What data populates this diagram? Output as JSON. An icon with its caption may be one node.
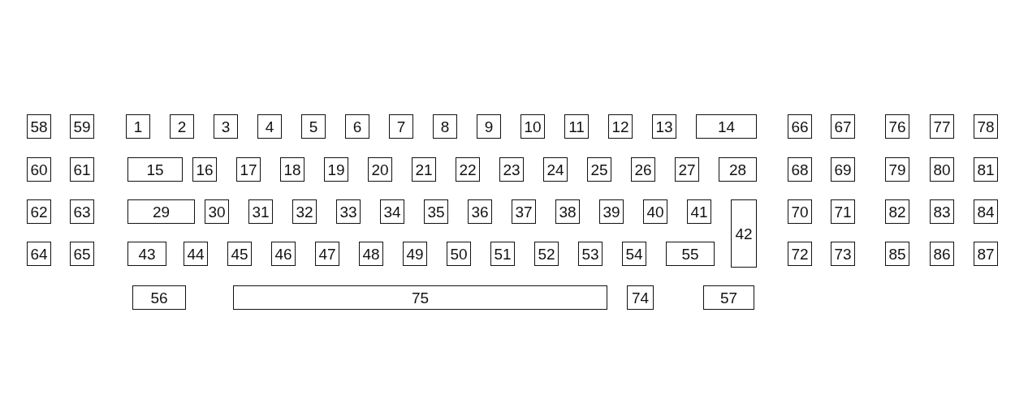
{
  "diagram": {
    "nodes": [
      {
        "text": [
          "58"
        ]
      },
      {
        "text": [
          "59"
        ]
      },
      {
        "text": [
          "1"
        ]
      },
      {
        "text": [
          "2"
        ]
      },
      {
        "text": [
          "3"
        ]
      },
      {
        "text": [
          "4"
        ]
      },
      {
        "text": [
          "5"
        ]
      },
      {
        "text": [
          "6"
        ]
      },
      {
        "text": [
          "7"
        ]
      },
      {
        "text": [
          "8"
        ]
      },
      {
        "text": [
          "9"
        ]
      },
      {
        "text": [
          "10"
        ]
      },
      {
        "text": [
          "11"
        ]
      },
      {
        "text": [
          "12"
        ]
      },
      {
        "text": [
          "13"
        ]
      },
      {
        "text": [
          "14"
        ]
      },
      {
        "text": [
          "66"
        ]
      },
      {
        "text": [
          "67"
        ]
      },
      {
        "text": [
          "76"
        ]
      },
      {
        "text": [
          "77"
        ]
      },
      {
        "text": [
          "78"
        ]
      },
      {
        "text": [
          "60"
        ]
      },
      {
        "text": [
          "61"
        ]
      },
      {
        "text": [
          "15"
        ]
      },
      {
        "text": [
          "16"
        ]
      },
      {
        "text": [
          "17"
        ]
      },
      {
        "text": [
          "18"
        ]
      },
      {
        "text": [
          "19"
        ]
      },
      {
        "text": [
          "20"
        ]
      },
      {
        "text": [
          "21"
        ]
      },
      {
        "text": [
          "22"
        ]
      },
      {
        "text": [
          "23"
        ]
      },
      {
        "text": [
          "24"
        ]
      },
      {
        "text": [
          "25"
        ]
      },
      {
        "text": [
          "26"
        ]
      },
      {
        "text": [
          "27"
        ]
      },
      {
        "text": [
          "28"
        ]
      },
      {
        "text": [
          "68"
        ]
      },
      {
        "text": [
          "69"
        ]
      },
      {
        "text": [
          "79"
        ]
      },
      {
        "text": [
          "80"
        ]
      },
      {
        "text": [
          "81"
        ]
      },
      {
        "text": [
          "62"
        ]
      },
      {
        "text": [
          "63"
        ]
      },
      {
        "text": [
          "29"
        ]
      },
      {
        "text": [
          "30"
        ]
      },
      {
        "text": [
          "31"
        ]
      },
      {
        "text": [
          "32"
        ]
      },
      {
        "text": [
          "33"
        ]
      },
      {
        "text": [
          "34"
        ]
      },
      {
        "text": [
          "35"
        ]
      },
      {
        "text": [
          "36"
        ]
      },
      {
        "text": [
          "37"
        ]
      },
      {
        "text": [
          "38"
        ]
      },
      {
        "text": [
          "39"
        ]
      },
      {
        "text": [
          "40"
        ]
      },
      {
        "text": [
          "41"
        ]
      },
      {
        "text": [
          "42"
        ]
      },
      {
        "text": [
          "70"
        ]
      },
      {
        "text": [
          "71"
        ]
      },
      {
        "text": [
          "82"
        ]
      },
      {
        "text": [
          "83"
        ]
      },
      {
        "text": [
          "84"
        ]
      },
      {
        "text": [
          "64"
        ]
      },
      {
        "text": [
          "65"
        ]
      },
      {
        "text": [
          "43"
        ]
      },
      {
        "text": [
          "44"
        ]
      },
      {
        "text": [
          "45"
        ]
      },
      {
        "text": [
          "46"
        ]
      },
      {
        "text": [
          "47"
        ]
      },
      {
        "text": [
          "48"
        ]
      },
      {
        "text": [
          "49"
        ]
      },
      {
        "text": [
          "50"
        ]
      },
      {
        "text": [
          "51"
        ]
      },
      {
        "text": [
          "52"
        ]
      },
      {
        "text": [
          "53"
        ]
      },
      {
        "text": [
          "54"
        ]
      },
      {
        "text": [
          "55"
        ]
      },
      {
        "text": [
          "72"
        ]
      },
      {
        "text": [
          "73"
        ]
      },
      {
        "text": [
          "85"
        ]
      },
      {
        "text": [
          "86"
        ]
      },
      {
        "text": [
          "87"
        ]
      },
      {
        "text": [
          "56"
        ]
      },
      {
        "text": [
          "75"
        ]
      },
      {
        "text": [
          "74"
        ]
      },
      {
        "text": [
          "57"
        ]
      }
    ]
  }
}
